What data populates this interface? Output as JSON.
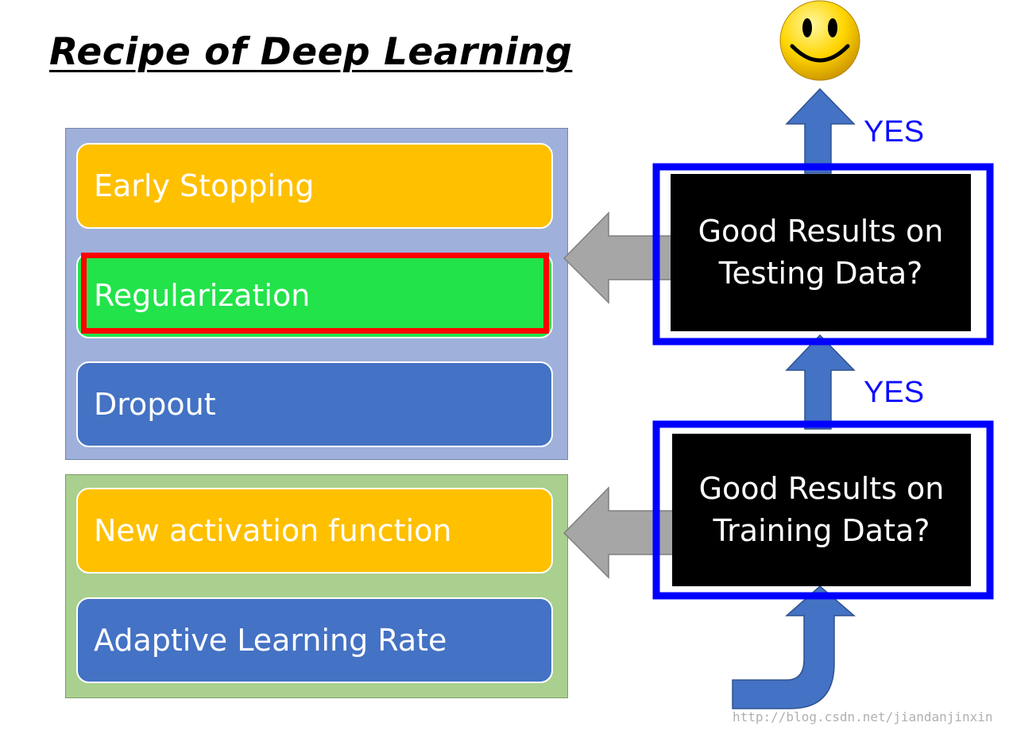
{
  "title": "Recipe of Deep Learning",
  "colors": {
    "testing_group_bg": "#9fb0db",
    "training_group_bg": "#a9d08e",
    "orange_item": "#ffc000",
    "blue_item": "#4472c4",
    "green_item": "#22e34a",
    "highlight_border": "#ff0000",
    "decision_border": "#0000ff",
    "arrow_gray": "#a6a6a6",
    "arrow_blue": "#4472c4",
    "yes_text": "#0d0dff"
  },
  "testing_group": {
    "items": [
      {
        "label": "Early Stopping",
        "color": "orange"
      },
      {
        "label": "Regularization",
        "color": "green",
        "highlighted": true
      },
      {
        "label": "Dropout",
        "color": "blue"
      }
    ]
  },
  "training_group": {
    "items": [
      {
        "label": "New activation function",
        "color": "orange"
      },
      {
        "label": "Adaptive Learning Rate",
        "color": "blue"
      }
    ]
  },
  "decisions": {
    "testing": "Good Results on\nTesting Data?",
    "training": "Good Results on\nTraining Data?"
  },
  "yes_labels": {
    "top": "YES",
    "middle": "YES"
  },
  "smiley_icon": "smiley-face-icon",
  "watermark": "http://blog.csdn.net/jiandanjinxin"
}
